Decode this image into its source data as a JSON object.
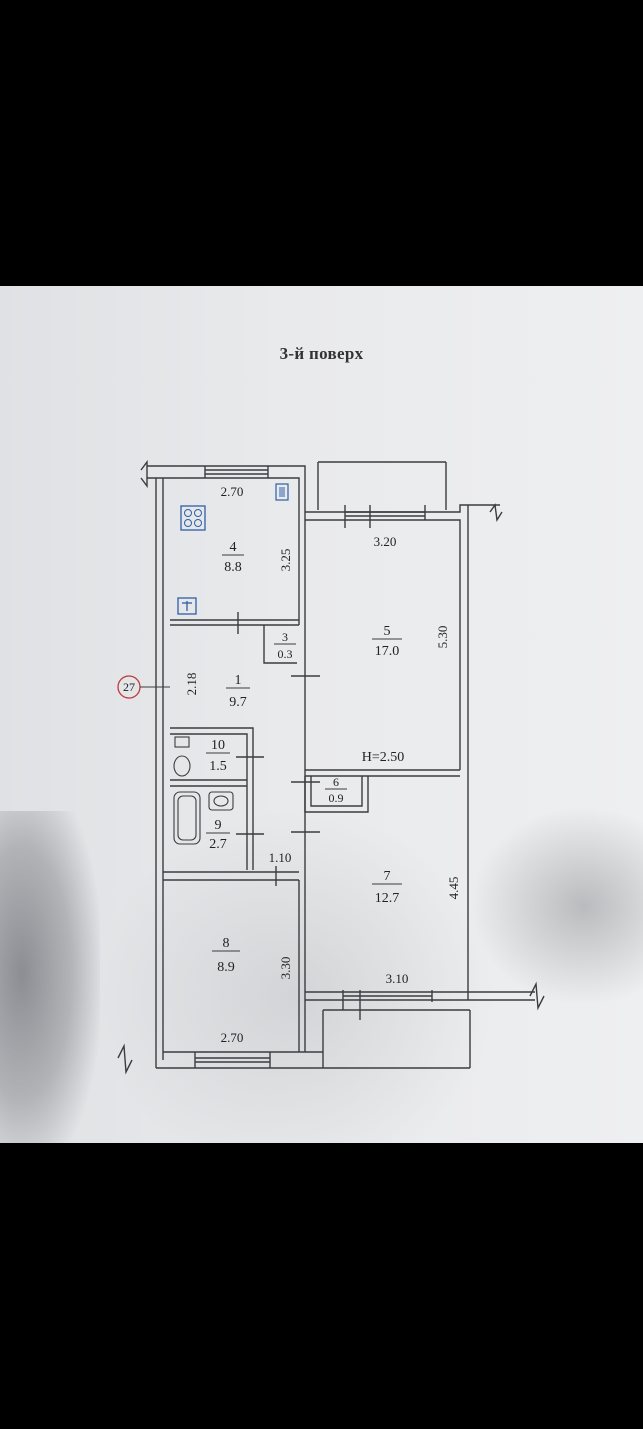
{
  "floor_title": "3-й поверх",
  "ceiling_height": "H=2.50",
  "plan_marker": "27",
  "rooms": [
    {
      "id": "1",
      "area": "9.7"
    },
    {
      "id": "3",
      "area": "0.3"
    },
    {
      "id": "4",
      "area": "8.8"
    },
    {
      "id": "5",
      "area": "17.0"
    },
    {
      "id": "6",
      "area": "0.9"
    },
    {
      "id": "7",
      "area": "12.7"
    },
    {
      "id": "8",
      "area": "8.9"
    },
    {
      "id": "9",
      "area": "2.7"
    },
    {
      "id": "10",
      "area": "1.5"
    }
  ],
  "dimensions": {
    "kitchen_width": "2.70",
    "kitchen_depth": "3.25",
    "room5_width": "3.20",
    "room5_depth": "5.30",
    "hall_depth": "2.18",
    "corridor_width": "1.10",
    "room7_depth": "4.45",
    "room7_width": "3.10",
    "room8_depth": "3.30",
    "room8_width": "2.70"
  },
  "colors": {
    "wall": "#55575c",
    "line": "#3a3c40",
    "marker": "#c0393b",
    "fixture_blue": "#2f5fa8"
  }
}
